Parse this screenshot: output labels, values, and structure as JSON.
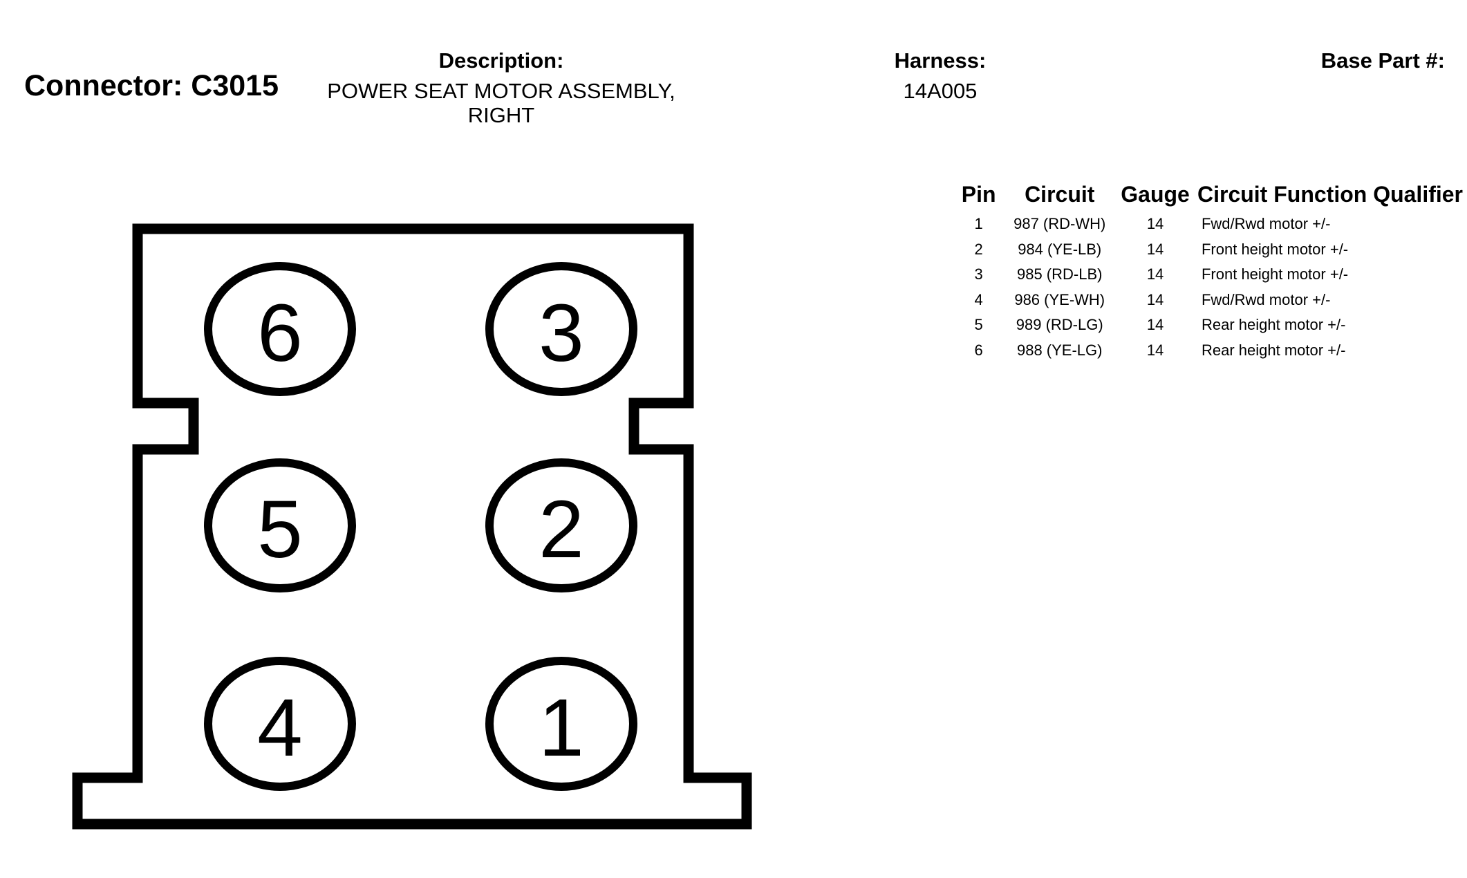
{
  "connector": {
    "label": "Connector: C3015"
  },
  "description": {
    "label": "Description:",
    "line1": "POWER SEAT MOTOR ASSEMBLY,",
    "line2": "RIGHT"
  },
  "harness": {
    "label": "Harness:",
    "value": "14A005"
  },
  "base_part": {
    "label": "Base Part #:"
  },
  "table": {
    "headers": {
      "pin": "Pin",
      "circuit": "Circuit",
      "gauge": "Gauge",
      "function": "Circuit Function Qualifier"
    },
    "rows": [
      {
        "pin": "1",
        "circuit": "987 (RD-WH)",
        "gauge": "14",
        "function": "Fwd/Rwd motor +/-"
      },
      {
        "pin": "2",
        "circuit": "984 (YE-LB)",
        "gauge": "14",
        "function": "Front height motor +/-"
      },
      {
        "pin": "3",
        "circuit": "985 (RD-LB)",
        "gauge": "14",
        "function": "Front height motor +/-"
      },
      {
        "pin": "4",
        "circuit": "986 (YE-WH)",
        "gauge": "14",
        "function": "Fwd/Rwd motor +/-"
      },
      {
        "pin": "5",
        "circuit": "989 (RD-LG)",
        "gauge": "14",
        "function": "Rear height motor +/-"
      },
      {
        "pin": "6",
        "circuit": "988 (YE-LG)",
        "gauge": "14",
        "function": "Rear height motor +/-"
      }
    ]
  },
  "diagram": {
    "pin_labels": [
      "6",
      "3",
      "5",
      "2",
      "4",
      "1"
    ]
  }
}
